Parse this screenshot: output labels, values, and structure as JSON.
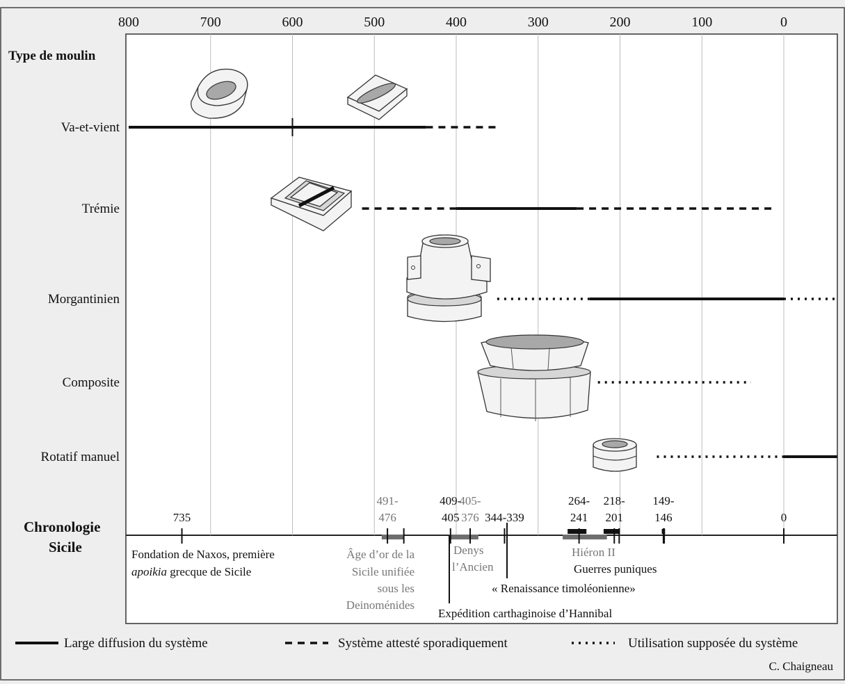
{
  "axis": {
    "ticks": [
      {
        "label": "800",
        "year": 800
      },
      {
        "label": "700",
        "year": 700
      },
      {
        "label": "600",
        "year": 600
      },
      {
        "label": "500",
        "year": 500
      },
      {
        "label": "400",
        "year": 400
      },
      {
        "label": "300",
        "year": 300
      },
      {
        "label": "200",
        "year": 200
      },
      {
        "label": "100",
        "year": 100
      },
      {
        "label": "0",
        "year": 0
      }
    ],
    "row_header": "Type de moulin"
  },
  "mill_types": [
    {
      "label": "Va-et-vient",
      "segments": [
        {
          "style": "solid",
          "from": 800,
          "to": 437
        },
        {
          "style": "dashed",
          "from": 437,
          "to": 350
        }
      ],
      "marker_year": 600
    },
    {
      "label": "Trémie",
      "segments": [
        {
          "style": "dashed",
          "from": 515,
          "to": 400
        },
        {
          "style": "solid",
          "from": 400,
          "to": 253
        },
        {
          "style": "dashed",
          "from": 253,
          "to": 10
        }
      ]
    },
    {
      "label": "Morgantinien",
      "segments": [
        {
          "style": "dotted",
          "from": 350,
          "to": 237
        },
        {
          "style": "solid",
          "from": 237,
          "to": 0
        },
        {
          "style": "dotted",
          "from": 0,
          "to": -65
        }
      ]
    },
    {
      "label": "Composite",
      "segments": [
        {
          "style": "dotted",
          "from": 227,
          "to": 40
        }
      ]
    },
    {
      "label": "Rotatif manuel",
      "segments": [
        {
          "style": "dotted",
          "from": 155,
          "to": 0
        },
        {
          "style": "solid",
          "from": 0,
          "to": -65
        }
      ]
    }
  ],
  "chronology": {
    "title_line1": "Chronologie",
    "title_line2": "Sicile",
    "dates": [
      {
        "line1": "",
        "line2": "735",
        "grey": false,
        "year": 735
      },
      {
        "line1": "491-",
        "line2": "476",
        "grey": true,
        "year": 484
      },
      {
        "line1": "409-",
        "line2": "405",
        "grey": false,
        "year": 407
      },
      {
        "line1": "405-",
        "line2": "376",
        "grey": true,
        "year": 383
      },
      {
        "line1": "",
        "line2": "344-339",
        "grey": false,
        "year": 341
      },
      {
        "line1": "264-",
        "line2": "241",
        "grey": false,
        "year": 250
      },
      {
        "line1": "218-",
        "line2": "201",
        "grey": false,
        "year": 207
      },
      {
        "line1": "149-",
        "line2": "146",
        "grey": false,
        "year": 147
      },
      {
        "line1": "",
        "line2": "0",
        "grey": false,
        "year": 0
      }
    ],
    "periods": [
      {
        "from": 491,
        "to": 464,
        "color": "grey"
      },
      {
        "from": 409,
        "to": 373,
        "color": "grey"
      },
      {
        "from": 264,
        "to": 241,
        "color": "black"
      },
      {
        "from": 270,
        "to": 216,
        "color": "grey"
      },
      {
        "from": 220,
        "to": 201,
        "color": "black"
      },
      {
        "from": 149,
        "to": 145,
        "color": "black"
      }
    ],
    "events": {
      "naxos_line1": "Fondation de Naxos, première",
      "naxos_line2_italic": "apoikia",
      "naxos_line2_rest": " grecque de Sicile",
      "golden_line1": "Âge d’or de la",
      "golden_line2": "Sicile unifiée",
      "golden_line3": "sous les",
      "golden_line4": "Deinoménides",
      "denys_line1": "Denys",
      "denys_line2": "l’Ancien",
      "hieron": "Hiéron II",
      "punic": "Guerres puniques",
      "timoleon": "« Renaissance timoléonienne»",
      "hannibal": "Expédition carthaginoise d’Hannibal"
    }
  },
  "legend": [
    {
      "style": "solid",
      "label": "Large diffusion du système"
    },
    {
      "style": "dashed",
      "label": "Système attesté sporadiquement"
    },
    {
      "style": "dotted",
      "label": "Utilisation supposée du système"
    }
  ],
  "credit": "C. Chaigneau",
  "colors": {
    "background": "#eeeeee",
    "panel": "#ffffff",
    "grid": "#bdbdbd",
    "ink": "#111111",
    "grey_period": "#6e6e6e"
  }
}
